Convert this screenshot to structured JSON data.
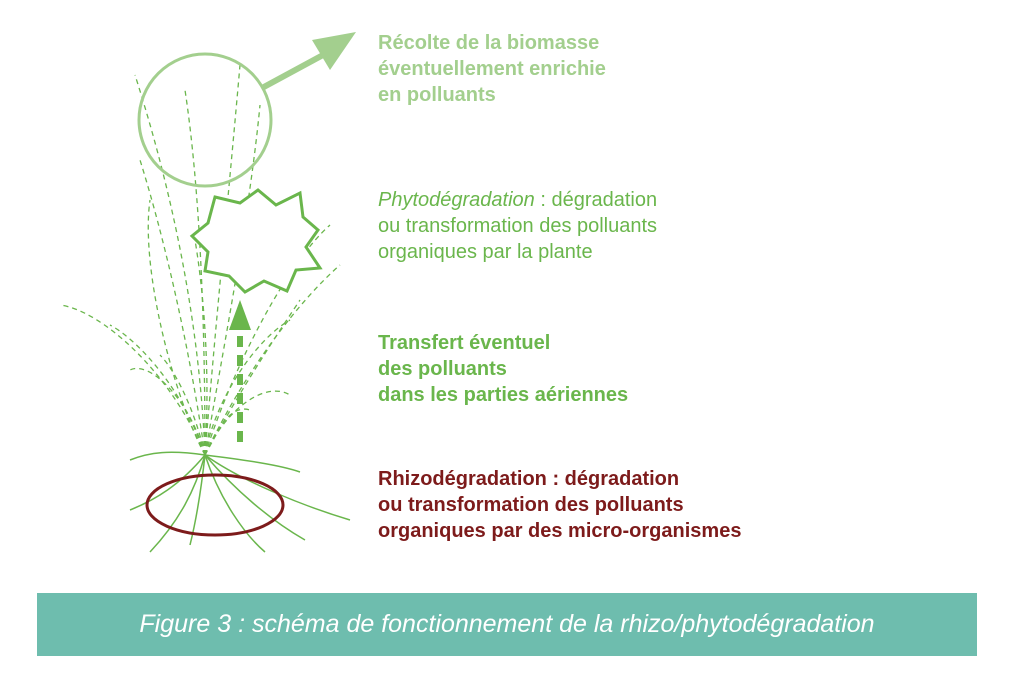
{
  "labels": {
    "harvest": [
      "Récolte de la biomasse",
      "éventuellement enrichie",
      "en polluants"
    ],
    "phyto": {
      "term": "Phytodégradation",
      "line1_rest": " : dégradation",
      "line2": "ou transformation des polluants",
      "line3": "organiques par la plante"
    },
    "transfer": [
      "Transfert éventuel",
      "des polluants",
      "dans les parties aériennes"
    ],
    "rhizo": [
      "Rhizodégradation : dégradation",
      "ou transformation des polluants",
      "organiques par des micro-organismes"
    ]
  },
  "caption": "Figure 3 : schéma de fonctionnement de la rhizo/phytodégradation",
  "colors": {
    "light_green": "#a3cf8e",
    "green": "#6ab64c",
    "dark_red": "#7d1b1b",
    "caption_bg": "#6ebdae",
    "caption_text": "#ffffff"
  }
}
